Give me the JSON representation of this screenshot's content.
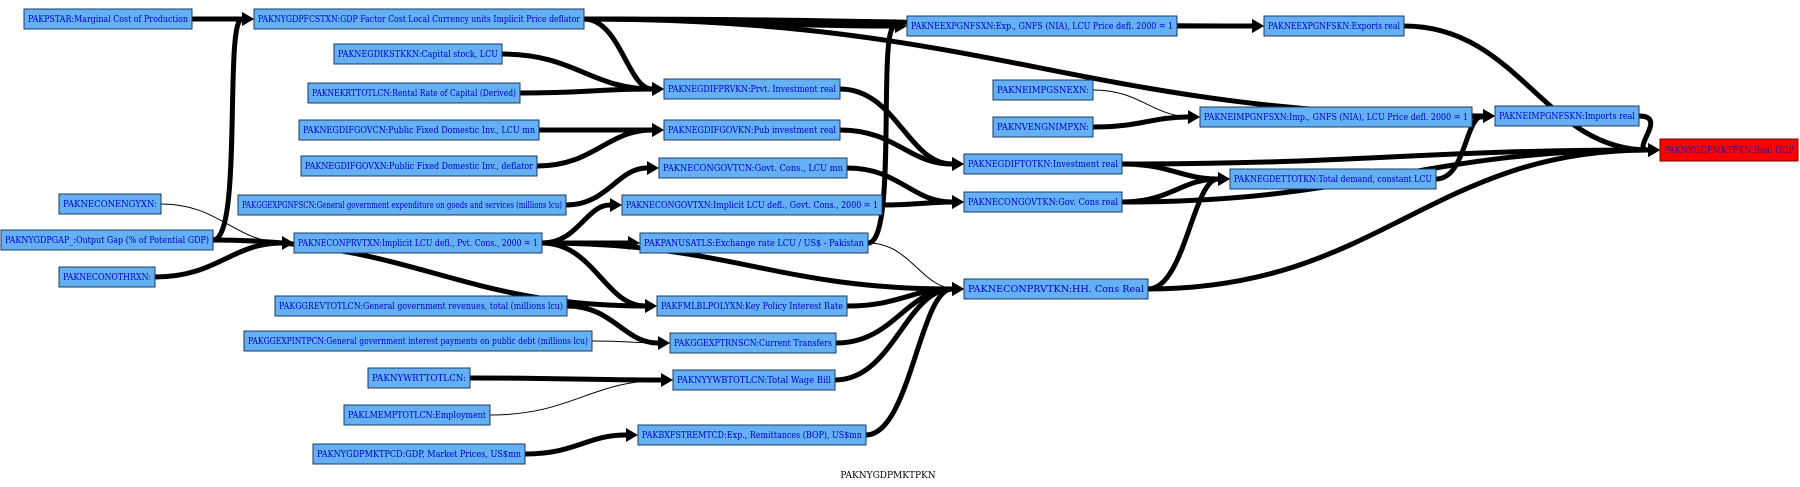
{
  "graph": {
    "caption": "PAKNYGDPMKTPKN",
    "colors": {
      "node_fill": "#64b0f2",
      "target_fill": "#ff0000",
      "label_text": "#0000cc",
      "edge": "#000000"
    },
    "nodes": [
      {
        "id": "n1",
        "label": "PAKPSTAR:Marginal Cost of Production"
      },
      {
        "id": "n2",
        "label": "PAKNYGDPFCSTXN:GDP Factor Cost Local Currency units Implicit Price deflator"
      },
      {
        "id": "n3",
        "label": "PAKNEEXPGNFSXN:Exp., GNFS (NIA), LCU Price defl. 2000 = 1"
      },
      {
        "id": "n4",
        "label": "PAKNEEXPGNFSKN:Exports real"
      },
      {
        "id": "n5",
        "label": "PAKNEGDIKSTKKN:Capital stock, LCU"
      },
      {
        "id": "n6",
        "label": "PAKNEKRTTOTLCN:Rental Rate of Capital (Derived)"
      },
      {
        "id": "n7",
        "label": "PAKNEGDIFPRVKN:Prvt. Investment real"
      },
      {
        "id": "n8",
        "label": "PAKNEIMPGSNEXN:"
      },
      {
        "id": "n9",
        "label": "PAKNVENGNIMPXN:"
      },
      {
        "id": "n10",
        "label": "PAKNEIMPGNFSXN:Imp., GNFS (NIA), LCU Price defl. 2000 = 1"
      },
      {
        "id": "n11",
        "label": "PAKNEIMPGNFSKN:Imports real"
      },
      {
        "id": "n12",
        "label": "PAKNEGDIFGOVCN:Public Fixed Domestic Inv., LCU mn"
      },
      {
        "id": "n13",
        "label": "PAKNEGDIFGOVKN:Pub investment real"
      },
      {
        "id": "n14",
        "label": "PAKNYGDPMKTPKN:Real GDP"
      },
      {
        "id": "n15",
        "label": "PAKNEGDIFGOVXN:Public Fixed Domestic Inv., deflator"
      },
      {
        "id": "n16",
        "label": "PAKNEGDIFTOTKN:Investment real"
      },
      {
        "id": "n17",
        "label": "PAKNECONGOVTCN:Govt. Cons., LCU mn"
      },
      {
        "id": "n18",
        "label": "PAKNEGDETTOTKN:Total demand, constant LCU"
      },
      {
        "id": "n19",
        "label": "PAKGGEXPGNFSCN:General government expenditure on goods and services (millions lcu)"
      },
      {
        "id": "n20",
        "label": "PAKNECONGOVTKN:Gov. Cons real"
      },
      {
        "id": "n21",
        "label": "PAKNECONENGYXN:"
      },
      {
        "id": "n22",
        "label": "PAKNECONGOVTXN:Implicit LCU defl., Govt. Cons., 2000 = 1"
      },
      {
        "id": "n23",
        "label": "PAKNYGDPGAP_:Output Gap (% of Potential GDP)"
      },
      {
        "id": "n24",
        "label": "PAKNECONPRVTXN:Implicit LCU defl., Pvt. Cons., 2000 = 1"
      },
      {
        "id": "n25",
        "label": "PAKPANUSATLS:Exchange rate LCU / US$ - Pakistan"
      },
      {
        "id": "n26",
        "label": "PAKNECONOTHRXN:"
      },
      {
        "id": "n27",
        "label": "PAKNECONPRVTKN:HH. Cons Real"
      },
      {
        "id": "n28",
        "label": "PAKGGREVTOTLCN:General government revenues, total (millions lcu)"
      },
      {
        "id": "n29",
        "label": "PAKFMLBLPOLYXN:Key Policy Interest Rate"
      },
      {
        "id": "n30",
        "label": "PAKGGEXPINTPCN:General government interest payments on public debt (millions lcu)"
      },
      {
        "id": "n31",
        "label": "PAKGGEXPTRNSCN:Current Transfers"
      },
      {
        "id": "n32",
        "label": "PAKNYWRTTOTLCN:"
      },
      {
        "id": "n33",
        "label": "PAKNYYWBTOTLCN:Total Wage Bill"
      },
      {
        "id": "n34",
        "label": "PAKLMEMPTOTLCN:Employment"
      },
      {
        "id": "n35",
        "label": "PAKBXFSTREMTCD:Exp., Remittances (BOP), US$mn"
      },
      {
        "id": "n36",
        "label": "PAKNYGDPMKTPCD:GDP, Market Prices, US$mn"
      }
    ],
    "edges": [
      {
        "from": "n1",
        "to": "n2",
        "weight": "heavy"
      },
      {
        "from": "n2",
        "to": "n3",
        "weight": "heavy"
      },
      {
        "from": "n2",
        "to": "n4",
        "weight": "heavy"
      },
      {
        "from": "n2",
        "to": "n7",
        "weight": "heavy"
      },
      {
        "from": "n2",
        "to": "n11",
        "weight": "heavy"
      },
      {
        "from": "n3",
        "to": "n4",
        "weight": "heavy"
      },
      {
        "from": "n4",
        "to": "n14",
        "weight": "heavy"
      },
      {
        "from": "n5",
        "to": "n7",
        "weight": "heavy"
      },
      {
        "from": "n6",
        "to": "n7",
        "weight": "heavy"
      },
      {
        "from": "n7",
        "to": "n16",
        "weight": "heavy"
      },
      {
        "from": "n8",
        "to": "n10",
        "weight": "thin"
      },
      {
        "from": "n9",
        "to": "n10",
        "weight": "heavy"
      },
      {
        "from": "n10",
        "to": "n11",
        "weight": "heavy"
      },
      {
        "from": "n11",
        "to": "n14",
        "weight": "heavy"
      },
      {
        "from": "n12",
        "to": "n13",
        "weight": "heavy"
      },
      {
        "from": "n15",
        "to": "n13",
        "weight": "heavy"
      },
      {
        "from": "n13",
        "to": "n16",
        "weight": "heavy"
      },
      {
        "from": "n16",
        "to": "n14",
        "weight": "heavy"
      },
      {
        "from": "n16",
        "to": "n18",
        "weight": "heavy"
      },
      {
        "from": "n17",
        "to": "n20",
        "weight": "heavy"
      },
      {
        "from": "n19",
        "to": "n17",
        "weight": "heavy"
      },
      {
        "from": "n22",
        "to": "n20",
        "weight": "heavy"
      },
      {
        "from": "n20",
        "to": "n18",
        "weight": "heavy"
      },
      {
        "from": "n20",
        "to": "n14",
        "weight": "heavy"
      },
      {
        "from": "n18",
        "to": "n11",
        "weight": "heavy"
      },
      {
        "from": "n21",
        "to": "n24",
        "weight": "thin"
      },
      {
        "from": "n23",
        "to": "n2",
        "weight": "heavy"
      },
      {
        "from": "n23",
        "to": "n29",
        "weight": "heavy"
      },
      {
        "from": "n26",
        "to": "n24",
        "weight": "heavy"
      },
      {
        "from": "n24",
        "to": "n22",
        "weight": "heavy"
      },
      {
        "from": "n24",
        "to": "n25",
        "weight": "heavy"
      },
      {
        "from": "n24",
        "to": "n27",
        "weight": "heavy"
      },
      {
        "from": "n24",
        "to": "n29",
        "weight": "heavy"
      },
      {
        "from": "n25",
        "to": "n3",
        "weight": "heavy"
      },
      {
        "from": "n25",
        "to": "n27",
        "weight": "thin"
      },
      {
        "from": "n27",
        "to": "n18",
        "weight": "heavy"
      },
      {
        "from": "n27",
        "to": "n14",
        "weight": "heavy"
      },
      {
        "from": "n28",
        "to": "n31",
        "weight": "heavy"
      },
      {
        "from": "n29",
        "to": "n27",
        "weight": "heavy"
      },
      {
        "from": "n30",
        "to": "n31",
        "weight": "thin"
      },
      {
        "from": "n31",
        "to": "n27",
        "weight": "heavy"
      },
      {
        "from": "n32",
        "to": "n33",
        "weight": "heavy"
      },
      {
        "from": "n34",
        "to": "n33",
        "weight": "thin"
      },
      {
        "from": "n33",
        "to": "n27",
        "weight": "heavy"
      },
      {
        "from": "n35",
        "to": "n27",
        "weight": "heavy"
      },
      {
        "from": "n36",
        "to": "n35",
        "weight": "heavy"
      }
    ]
  }
}
